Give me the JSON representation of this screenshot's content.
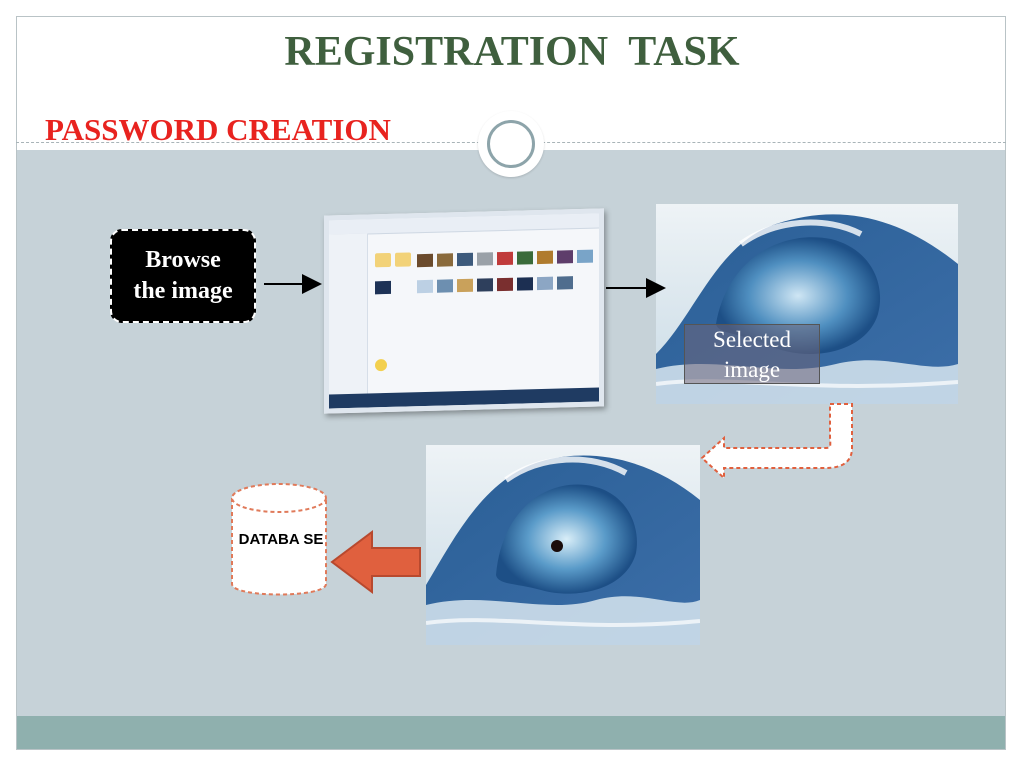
{
  "slide": {
    "title": "REGISTRATION  TASK",
    "subtitle": "PASSWORD CREATION"
  },
  "flow": {
    "browse_label": "Browse the image",
    "selected_label": "Selected image",
    "database_label": "DATABA SE"
  },
  "colors": {
    "title": "#3f5f3e",
    "subtitle": "#e8231f",
    "panel": "#c6d2d8",
    "footer": "#8fb0ae",
    "database_arrow": "#e0603e"
  },
  "icons": {
    "decor_ring": "circle-ring-icon",
    "password_point": "click-point-marker"
  }
}
